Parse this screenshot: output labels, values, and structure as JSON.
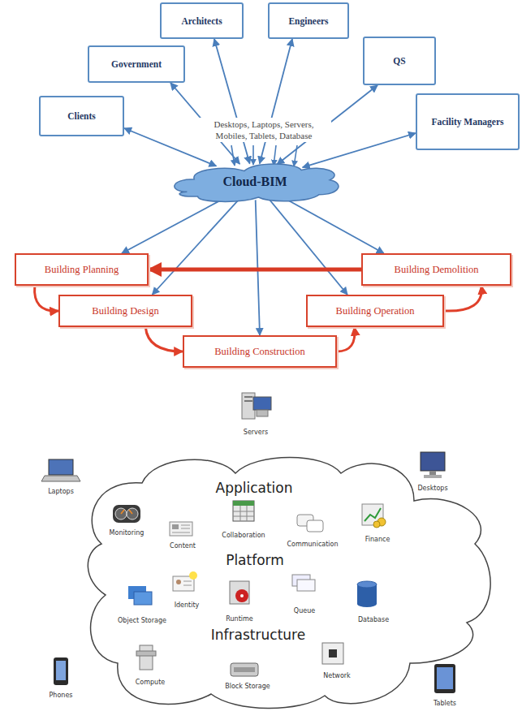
{
  "diagram": {
    "nodes": [
      {
        "text": [
          "Architects"
        ]
      },
      {
        "text": [
          "Engineers"
        ]
      },
      {
        "text": [
          "Government"
        ]
      },
      {
        "text": [
          "QS"
        ]
      },
      {
        "text": [
          "Clients"
        ]
      },
      {
        "text": [
          "Facility Managers"
        ]
      },
      {
        "text": [
          "Cloud-BIM"
        ]
      },
      {
        "text": [
          "Building Planning"
        ]
      },
      {
        "text": [
          "Building Demolition"
        ]
      },
      {
        "text": [
          "Building Design"
        ]
      },
      {
        "text": [
          "Building Operation"
        ]
      },
      {
        "text": [
          "Building Construction"
        ]
      },
      {
        "text": [
          "Application",
          "Platform",
          "Infrastructure"
        ]
      }
    ],
    "edges": [
      {
        "from": 6,
        "to": 0,
        "arrow": "both"
      },
      {
        "from": 6,
        "to": 1,
        "arrow": "both"
      },
      {
        "from": 6,
        "to": 2,
        "arrow": "both"
      },
      {
        "from": 6,
        "to": 3,
        "arrow": "both"
      },
      {
        "from": 6,
        "to": 4,
        "arrow": "both"
      },
      {
        "from": 6,
        "to": 5,
        "arrow": "both"
      },
      {
        "from": 6,
        "to": 7,
        "arrow": "to"
      },
      {
        "from": 6,
        "to": 9,
        "arrow": "to"
      },
      {
        "from": 6,
        "to": 11,
        "arrow": "to"
      },
      {
        "from": 6,
        "to": 10,
        "arrow": "to"
      },
      {
        "from": 6,
        "to": 8,
        "arrow": "to"
      },
      {
        "from": 8,
        "to": 7,
        "arrow": "to"
      },
      {
        "from": 7,
        "to": 9,
        "arrow": "to"
      },
      {
        "from": 9,
        "to": 11,
        "arrow": "to"
      },
      {
        "from": 11,
        "to": 10,
        "arrow": "to"
      },
      {
        "from": 10,
        "to": 8,
        "arrow": "to"
      }
    ],
    "labels": [
      "Desktops, Laptops, Servers, Mobiles, Tablets, Database",
      "Servers",
      "Laptops",
      "Desktops",
      "Monitoring",
      "Content",
      "Collaboration",
      "Communication",
      "Finance",
      "Object Storage",
      "Identity",
      "Runtime",
      "Queue",
      "Database",
      "Compute",
      "Block Storage",
      "Network",
      "Phones",
      "Tablets"
    ]
  }
}
